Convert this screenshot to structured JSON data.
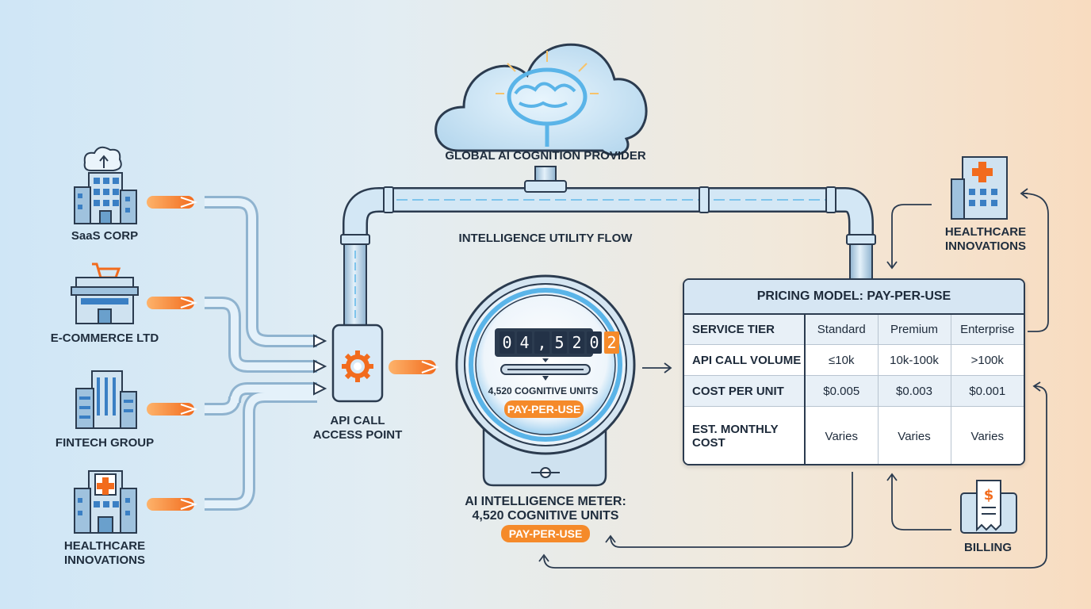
{
  "provider": {
    "label": "GLOBAL AI COGNITION PROVIDER"
  },
  "flow_label": "INTELLIGENCE UTILITY FLOW",
  "clients": [
    {
      "label": "SaaS CORP",
      "icon": "cloud-building-icon"
    },
    {
      "label": "E-COMMERCE LTD",
      "icon": "shop-building-icon"
    },
    {
      "label": "FINTECH GROUP",
      "icon": "tower-building-icon"
    },
    {
      "label": "HEALTHCARE\nINNOVATIONS",
      "icon": "hospital-building-icon"
    }
  ],
  "access_point": {
    "label_line1": "API CALL",
    "label_line2": "ACCESS POINT"
  },
  "meter": {
    "digits": [
      "0",
      "4",
      ",",
      "5",
      "2",
      "0",
      "2"
    ],
    "reading": "4,520 COGNITIVE UNITS",
    "badge": "PAY-PER-USE",
    "caption_line1": "AI INTELLIGENCE METER:",
    "caption_line2": "4,520 COGNITIVE UNITS",
    "caption_badge": "PAY-PER-USE"
  },
  "pricing": {
    "title": "PRICING MODEL: PAY-PER-USE",
    "rows": [
      {
        "label": "SERVICE TIER",
        "cells": [
          "Standard",
          "Premium",
          "Enterprise"
        ]
      },
      {
        "label": "API CALL VOLUME",
        "cells": [
          "≤10k",
          "10k-100k",
          ">100k"
        ]
      },
      {
        "label": "COST PER UNIT",
        "cells": [
          "$0.005",
          "$0.003",
          "$0.001"
        ]
      },
      {
        "label": "EST. MONTHLY COST",
        "cells": [
          "Varies",
          "Varies",
          "Varies"
        ]
      }
    ]
  },
  "right_client": {
    "label_line1": "HEALTHCARE",
    "label_line2": "INNOVATIONS"
  },
  "billing": {
    "label": "BILLING"
  },
  "colors": {
    "accent": "#f58a2a",
    "dark": "#233247",
    "pipe": "#b9d6ea",
    "glow": "#5ab4e8"
  }
}
